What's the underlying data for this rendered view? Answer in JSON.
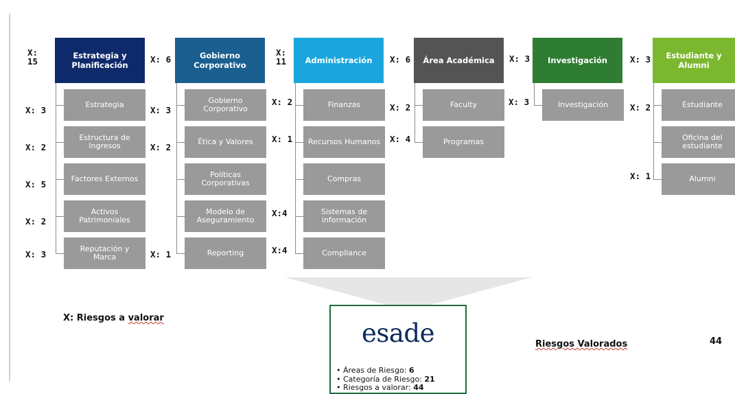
{
  "columns": [
    {
      "title": "Estrategia y Planificación",
      "head_count": "X:\n15",
      "color": "#0f2a6b",
      "items": [
        {
          "label": "Estrategia",
          "count": "X: 3"
        },
        {
          "label": "Estructura de Ingresos",
          "count": "X: 2"
        },
        {
          "label": "Factores Externos",
          "count": "X: 5"
        },
        {
          "label": "Activos Patrimoniales",
          "count": "X: 2"
        },
        {
          "label": "Reputación y Marca",
          "count": "X: 3"
        }
      ]
    },
    {
      "title": "Gobierno Corporativo",
      "head_count": "X: 6",
      "color": "#1a5f8f",
      "items": [
        {
          "label": "Gobierno Corporativo",
          "count": "X: 3"
        },
        {
          "label": "Ética y Valores",
          "count": "X: 2"
        },
        {
          "label": "Políticas Corporativas",
          "count": ""
        },
        {
          "label": "Modelo de Aseguramiento",
          "count": ""
        },
        {
          "label": "Reporting",
          "count": "X: 1"
        }
      ]
    },
    {
      "title": "Administración",
      "head_count": "X:\n11",
      "color": "#1aa6dc",
      "items": [
        {
          "label": "Finanzas",
          "count": "X: 2"
        },
        {
          "label": "Recursos Humanos",
          "count": "X: 1"
        },
        {
          "label": "Compras",
          "count": ""
        },
        {
          "label": "Sistemas de información",
          "count": "X:4"
        },
        {
          "label": "Compliance",
          "count": "X:4"
        }
      ]
    },
    {
      "title": "Área Académica",
      "head_count": "X: 6",
      "color": "#545454",
      "items": [
        {
          "label": "Faculty",
          "count": "X: 2"
        },
        {
          "label": "Programas",
          "count": "X: 4"
        }
      ]
    },
    {
      "title": "Investigación",
      "head_count": "X: 3",
      "color": "#2e7d32",
      "items": [
        {
          "label": "Investigación",
          "count": "X: 3"
        }
      ]
    },
    {
      "title": "Estudiante y Alumni",
      "head_count": "X: 3",
      "color": "#7cb82f",
      "items": [
        {
          "label": "Estudiante",
          "count": "X: 2"
        },
        {
          "label": "Oficina del estudiante",
          "count": ""
        },
        {
          "label": "Alumni",
          "count": "X: 1"
        }
      ]
    }
  ],
  "legend": {
    "prefix": "X: Riesgos a ",
    "word": "valorar"
  },
  "esade": {
    "logo": "esade",
    "stats": [
      {
        "label": "Áreas de Riesgo: ",
        "value": "6"
      },
      {
        "label": "Categoría de Riesgo: ",
        "value": "21"
      },
      {
        "label": "Riesgos a valorar: ",
        "value": "44"
      }
    ]
  },
  "valorados": {
    "label": "Riesgos Valorados",
    "value": "44"
  },
  "colors": {
    "item_gray": "#9a9a9a",
    "box_border": "#1d6b3a",
    "logo": "#0a2a5c"
  }
}
